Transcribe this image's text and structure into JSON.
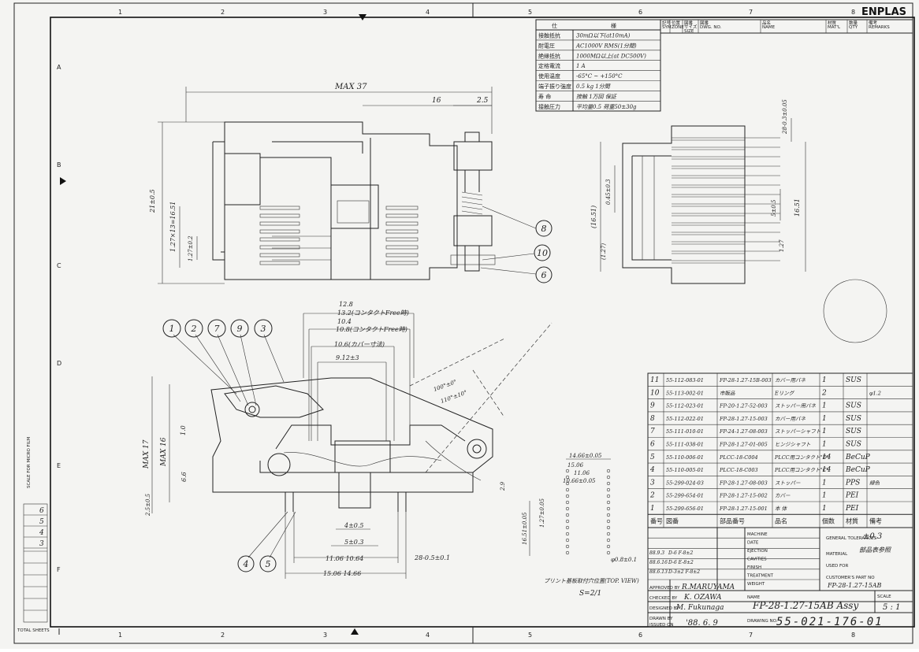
{
  "brand": "ENPLAS",
  "grid": {
    "columns": [
      "1",
      "2",
      "3",
      "4",
      "5",
      "6",
      "7",
      "8"
    ],
    "rows": [
      "A",
      "B",
      "C",
      "D",
      "E",
      "F"
    ]
  },
  "spec_table": {
    "title_left": "仕",
    "title_right": "様",
    "rows": [
      {
        "label": "接触抵抗",
        "value": "30mΩ以下(at10mA)"
      },
      {
        "label": "耐電圧",
        "value": "AC1000V RMS(1分間)"
      },
      {
        "label": "絶縁抵抗",
        "value": "1000MΩ以上(at DC500V)"
      },
      {
        "label": "定格電流",
        "value": "1 A"
      },
      {
        "label": "使用温度",
        "value": "-65°C ~ +150°C"
      },
      {
        "label": "端子振り強度",
        "value": "0.5 kg  1分間"
      },
      {
        "label": "寿 命",
        "value": "接触 1万回 保証"
      },
      {
        "label": "接触圧力",
        "value": "平均量0.5 荷重50±30g"
      }
    ]
  },
  "revision_header": [
    "記号\nSYM",
    "位置\nZONE",
    "図番\nサイズ\nSIZE",
    "図番\nDWG. NO.",
    "品名\nNAME",
    "材質\nMAT'L",
    "数量\nQTY",
    "備考\nREMARKS"
  ],
  "dims_top": {
    "max37": "MAX 37",
    "d16": "16",
    "d25": "2.5",
    "d21": "21±0.5",
    "d127x13": "1.27×13=16.51",
    "d127": "1.27±0.2"
  },
  "dims_side": {
    "d028": "28-0.3±0.05",
    "d1651a": "(16.51)",
    "d045": "0.45±0.3",
    "d127p": "(1.27)",
    "d5": "5±0.5",
    "d1651b": "16.51",
    "d127b": "1.27"
  },
  "balloons_top": [
    "8",
    "10",
    "6"
  ],
  "balloons_front": [
    "1",
    "2",
    "7",
    "9",
    "3"
  ],
  "balloons_bottom": [
    "4",
    "5"
  ],
  "dims_front": {
    "d128": "12.8",
    "d132": "13.2(コンタクトFree時)",
    "d104": "10.4",
    "d108": "10.8(コンタクトFree時)",
    "d106": "10.6(カバー寸法)",
    "d912": "9.12±3",
    "angle1": "100°±0°",
    "angle2": "110°±10°",
    "max17": "MAX 17",
    "max16": "MAX 16",
    "d10": "1.0",
    "d66": "6.6",
    "d25": "2.5±0.5",
    "d29": "2.9",
    "d4": "4±0.5",
    "d5": "5±0.3",
    "d1106": "11.06 10.64",
    "d028": "28-0.5±0.1",
    "d1506": "15.06 14.66"
  },
  "footprint": {
    "d1466a": "14.66±0.05",
    "d1506": "15.06",
    "d1106": "11.06",
    "d1066": "10.66±0.05",
    "d1651": "16.51±0.05",
    "d127": "1.27±0.05",
    "hole": "φ0.8±0.1",
    "note": "プリント基板取付穴位置(TOP. VIEW)",
    "scale": "S=2/1"
  },
  "parts_list": {
    "rows": [
      {
        "no": "11",
        "part": "55-112-083-01",
        "dwg": "FP-28-1.27-15B-003",
        "name": "カバー用バネ",
        "qty": "1",
        "mat": "SUS",
        "remark": ""
      },
      {
        "no": "10",
        "part": "55-113-002-01",
        "dwg": "市販品",
        "name": "Eリング",
        "qty": "2",
        "mat": "",
        "remark": "φ1.2"
      },
      {
        "no": "9",
        "part": "55-112-023-01",
        "dwg": "FP-20-1.27-52-003",
        "name": "ストッパー用バネ",
        "qty": "1",
        "mat": "SUS",
        "remark": ""
      },
      {
        "no": "8",
        "part": "55-112-022-01",
        "dwg": "FP-28-1.27-15-003",
        "name": "カバー用バネ",
        "qty": "1",
        "mat": "SUS",
        "remark": ""
      },
      {
        "no": "7",
        "part": "55-111-010-01",
        "dwg": "FP-24-1.27-08-003",
        "name": "ストッパーシャフト",
        "qty": "1",
        "mat": "SUS",
        "remark": ""
      },
      {
        "no": "6",
        "part": "55-111-038-01",
        "dwg": "FP-28-1.27-01-005",
        "name": "ヒンジシャフト",
        "qty": "1",
        "mat": "SUS",
        "remark": ""
      },
      {
        "no": "5",
        "part": "55-110-006-01",
        "dwg": "PLCC-18-C004",
        "name": "PLCC用コンタクト\"D\"",
        "qty": "14",
        "mat": "BeCuP",
        "remark": ""
      },
      {
        "no": "4",
        "part": "55-110-005-01",
        "dwg": "PLCC-18-C003",
        "name": "PLCC用コンタクト\"C\"",
        "qty": "14",
        "mat": "BeCuP",
        "remark": ""
      },
      {
        "no": "3",
        "part": "55-299-024-03",
        "dwg": "FP-28-1.27-08-003",
        "name": "ストッパー",
        "qty": "1",
        "mat": "PPS",
        "remark": "緑色"
      },
      {
        "no": "2",
        "part": "55-299-654-01",
        "dwg": "FP-28-1.27-15-002",
        "name": "カバー",
        "qty": "1",
        "mat": "PEI",
        "remark": ""
      },
      {
        "no": "1",
        "part": "55-299-656-01",
        "dwg": "FP-28-1.27-15-001",
        "name": "本 体",
        "qty": "1",
        "mat": "PEI",
        "remark": ""
      }
    ],
    "header": {
      "no": "番号",
      "part": "図番",
      "dwg": "部品番号",
      "name": "品名",
      "qty": "個数",
      "mat": "材質",
      "remark": "備考"
    }
  },
  "title_block": {
    "tolerance_label": "GENERAL TOLERANCES",
    "tolerance": "±0.3",
    "machine": "MACHINE",
    "date": "DATE",
    "ejection": "EJECTION",
    "cavities": "CAVITIES",
    "finish": "FINISH",
    "treatment": "TREATMENT",
    "weight": "WEIGHT",
    "material_label": "MATERIAL",
    "material": "部品表参照",
    "used_for": "USED FOR",
    "customer_label": "CUSTOMER'S PART NO",
    "customer_no": "FP-28-1.27-15AB",
    "approved_label": "APPROVED BY",
    "approved": "R.MARUYAMA",
    "checked_label": "CHECKED BY",
    "checked": "K. OZAWA",
    "designed_label": "DESIGNED BY",
    "designed": "M. Fukunaga",
    "drawn_label": "DRAWN BY",
    "issued_label": "ISSUED ON",
    "issued": "'88. 6. 9",
    "name_label": "NAME",
    "name": "FP-28-1.27-15AB Assy",
    "scale_label": "SCALE",
    "scale": "5 : 1",
    "drawing_label": "DRAWING NO.",
    "drawing_no": "55-021-176-01",
    "revisions": [
      "D-6 F-8±2",
      "D-6 E-8±2",
      "D-3±2 F-8±2"
    ],
    "revision_dates": [
      "88.9.3",
      "88.6.16",
      "88.6.13"
    ]
  },
  "microfilm_label": "SCALE FOR MICRO FILM",
  "microfilm_numbers": [
    "6",
    "5",
    "4",
    "3"
  ],
  "sheet_label": "TOTAL SHEETS"
}
